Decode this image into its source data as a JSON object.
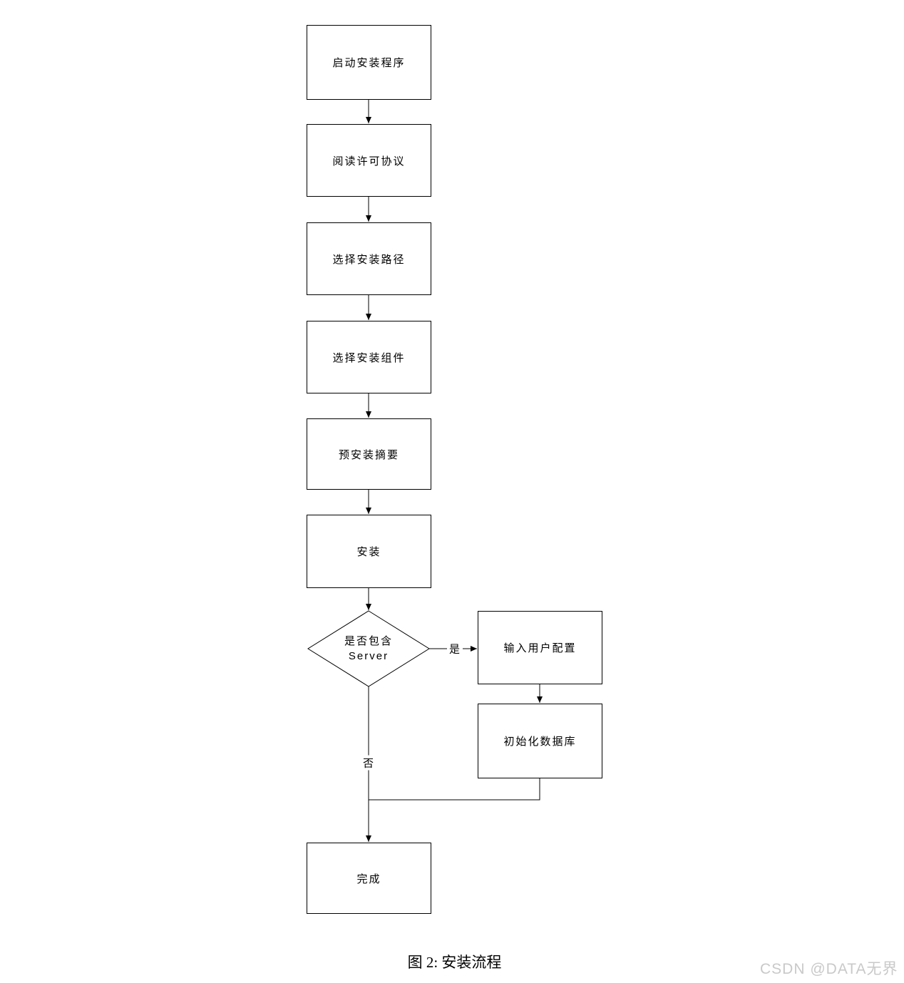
{
  "diagram": {
    "nodes": {
      "start": {
        "label": "启动安装程序"
      },
      "license": {
        "label": "阅读许可协议"
      },
      "path": {
        "label": "选择安装路径"
      },
      "components": {
        "label": "选择安装组件"
      },
      "summary": {
        "label": "预安装摘要"
      },
      "install": {
        "label": "安装"
      },
      "decision": {
        "label_line1": "是否包含",
        "label_line2": "Server"
      },
      "user_config": {
        "label": "输入用户配置"
      },
      "init_db": {
        "label": "初始化数据库"
      },
      "finish": {
        "label": "完成"
      }
    },
    "edge_labels": {
      "yes": "是",
      "no": "否"
    },
    "caption": "图 2: 安装流程",
    "watermark": "CSDN @DATA无界",
    "colors": {
      "line": "#000000",
      "box_border": "#000000",
      "box_fill": "#ffffff",
      "text": "#000000",
      "watermark": "#c9c9c9"
    }
  }
}
